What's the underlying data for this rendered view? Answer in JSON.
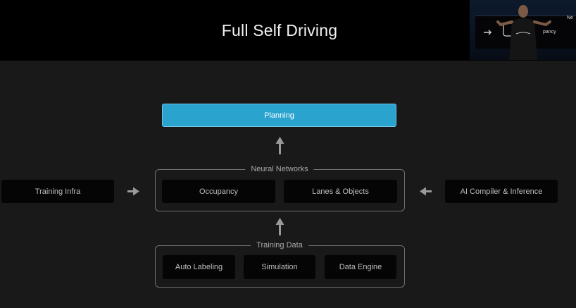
{
  "header": {
    "title": "Full Self Driving"
  },
  "camera_overlay": {
    "text_fragments": [
      "Ne",
      "pancy"
    ]
  },
  "diagram": {
    "planning": {
      "label": "Planning"
    },
    "neural_networks": {
      "label": "Neural Networks",
      "items": [
        "Occupancy",
        "Lanes & Objects"
      ]
    },
    "training_data": {
      "label": "Training Data",
      "items": [
        "Auto Labeling",
        "Simulation",
        "Data Engine"
      ]
    },
    "left_input": {
      "label": "Training Infra"
    },
    "right_input": {
      "label": "AI Compiler & Inference"
    }
  },
  "colors": {
    "planning_fill": "#2aa3cf",
    "panel_background": "#181918",
    "box_fill": "#050505",
    "group_border": "#6f6f6f"
  }
}
